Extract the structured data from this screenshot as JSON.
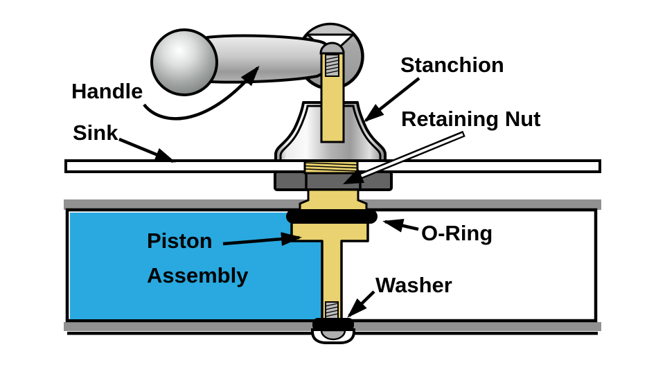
{
  "diagram": {
    "subject": "faucet-valve-cross-section",
    "labels": {
      "handle": "Handle",
      "sink": "Sink",
      "stanchion": "Stanchion",
      "retaining_nut": "Retaining Nut",
      "o_ring": "O-Ring",
      "piston_assembly_line1": "Piston",
      "piston_assembly_line2": "Assembly",
      "washer": "Washer"
    },
    "colors": {
      "water_blue": "#29A9DF",
      "brass_yellow": "#E9D26F",
      "pipe_gray": "#919191",
      "nut_gray": "#646464",
      "metal_gray": "#9C9C9C",
      "dome_gray": "#B0B0B0",
      "screw_gray": "#BBBBBB",
      "outline_black": "#000000",
      "background": "#FFFFFF"
    }
  }
}
